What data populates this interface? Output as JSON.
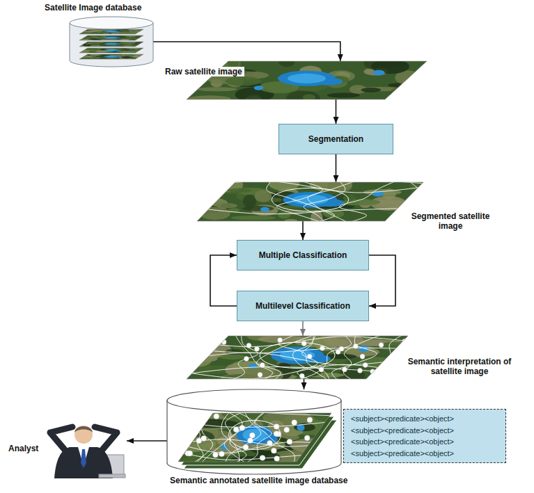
{
  "diagram": {
    "nodes": [
      {
        "text": [
          "Satellite Image database"
        ]
      },
      {
        "text": [
          "Raw satellite image"
        ]
      },
      {
        "text": [
          "Segmentation"
        ]
      },
      {
        "text": [
          "Segmented satellite image"
        ]
      },
      {
        "text": [
          "Multiple Classification"
        ]
      },
      {
        "text": [
          "Multilevel Classification"
        ]
      },
      {
        "text": [
          "Semantic interpretation of satellite image"
        ]
      },
      {
        "text": [
          "Semantic annotated satellite image database"
        ]
      },
      {
        "text": [
          "<subject><predicate><object>",
          "<subject><predicate><object>",
          "<subject><predicate><object>",
          "<subject><predicate><object>"
        ]
      },
      {
        "text": [
          "Analyst"
        ]
      }
    ],
    "edges": [
      {
        "from": 0,
        "to": 1,
        "arrow": "to"
      },
      {
        "from": 1,
        "to": 2,
        "arrow": "to"
      },
      {
        "from": 2,
        "to": 3,
        "arrow": "to"
      },
      {
        "from": 3,
        "to": 4,
        "arrow": "to"
      },
      {
        "from": 4,
        "to": 5,
        "arrow": "to"
      },
      {
        "from": 5,
        "to": 4,
        "arrow": "to"
      },
      {
        "from": 5,
        "to": 6,
        "arrow": "to"
      },
      {
        "from": 6,
        "to": 7,
        "arrow": "to"
      },
      {
        "from": 7,
        "to": 9,
        "arrow": "to"
      }
    ]
  }
}
